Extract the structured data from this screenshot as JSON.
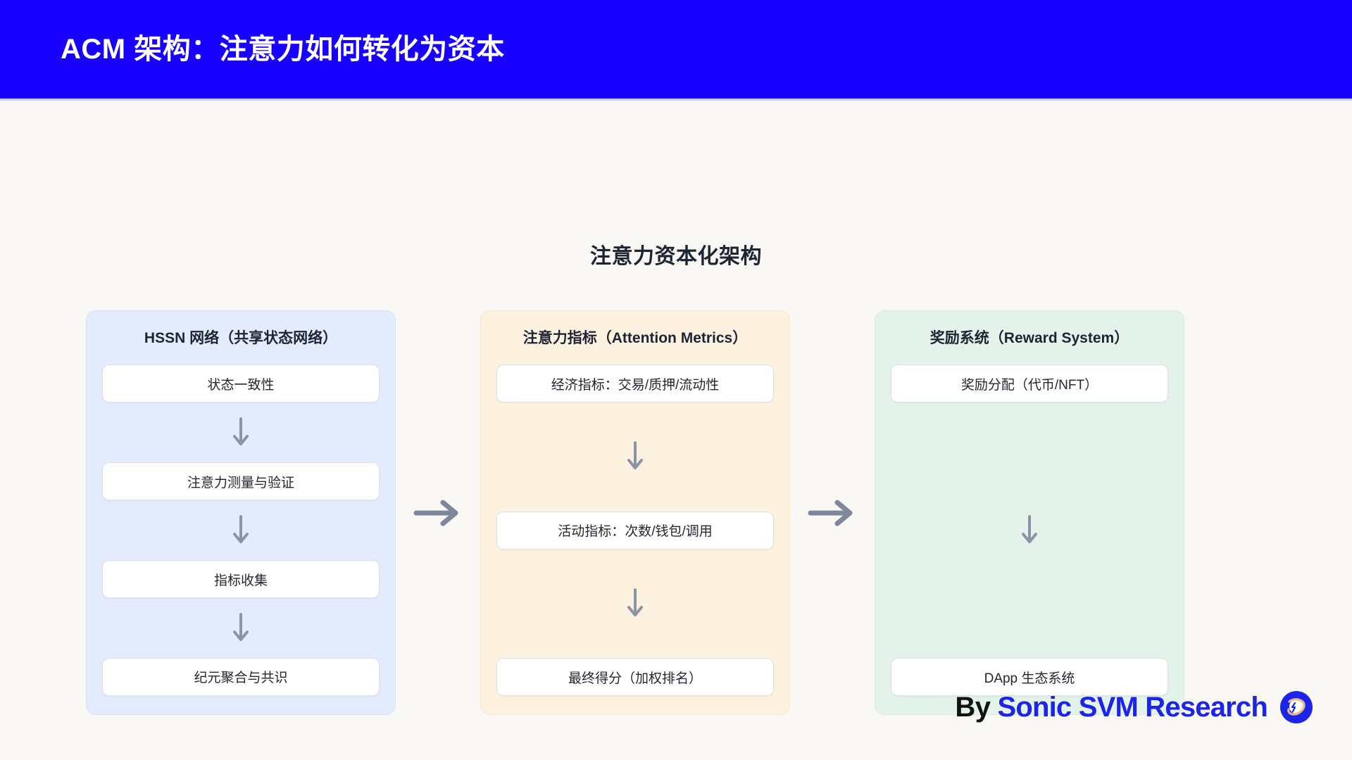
{
  "header": {
    "title": "ACM 架构：注意力如何转化为资本",
    "background_color": "#1800FF",
    "text_color": "#FFFFFF"
  },
  "diagram": {
    "title": "注意力资本化架构",
    "type": "flowchart",
    "orientation": "left-to-right with vertical sub-flows",
    "background_color": "#FAF8F4",
    "connector_arrow": "arrow-right",
    "columns": [
      {
        "id": "hssn",
        "title": "HSSN 网络（共享状态网络）",
        "accent_color": "#E3EBFD",
        "steps": [
          {
            "label": "状态一致性"
          },
          {
            "label": "注意力测量与验证"
          },
          {
            "label": "指标收集"
          },
          {
            "label": "纪元聚合与共识"
          }
        ]
      },
      {
        "id": "attention-metrics",
        "title": "注意力指标（Attention Metrics）",
        "accent_color": "#FDF1DF",
        "steps": [
          {
            "label": "经济指标：交易/质押/流动性"
          },
          {
            "label": "活动指标：次数/钱包/调用"
          },
          {
            "label": "最终得分（加权排名）"
          }
        ]
      },
      {
        "id": "reward-system",
        "title": "奖励系统（Reward System）",
        "accent_color": "#E4F3E9",
        "steps": [
          {
            "label": "奖励分配（代币/NFT）"
          },
          {
            "label": "DApp 生态系统"
          }
        ]
      }
    ]
  },
  "footer": {
    "by_label": "By",
    "brand_name": "Sonic SVM Research",
    "brand_color": "#1B24E8",
    "logo_icon": "sonic-planet-logo-icon"
  }
}
